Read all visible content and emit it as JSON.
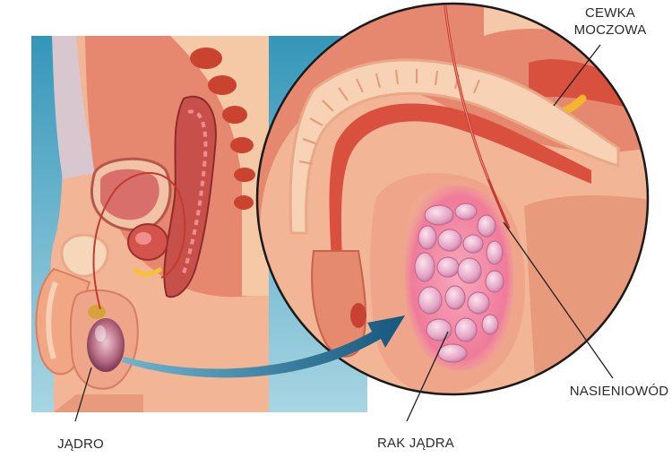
{
  "labels": {
    "cewka_line1": "CEWKA",
    "cewka_line2": "MOCZOWA",
    "nasieniowod": "NASIENIOWÓD",
    "jadro": "JĄDRO",
    "rak_jadra": "RAK JĄDRA"
  },
  "colors": {
    "background_blue": "#2f8fb0",
    "skin": "#f2b596",
    "tissue": "#e6876f",
    "muscle": "#d04a3a",
    "tumor": "#f08aa6",
    "arrow": "#1f6f95"
  }
}
